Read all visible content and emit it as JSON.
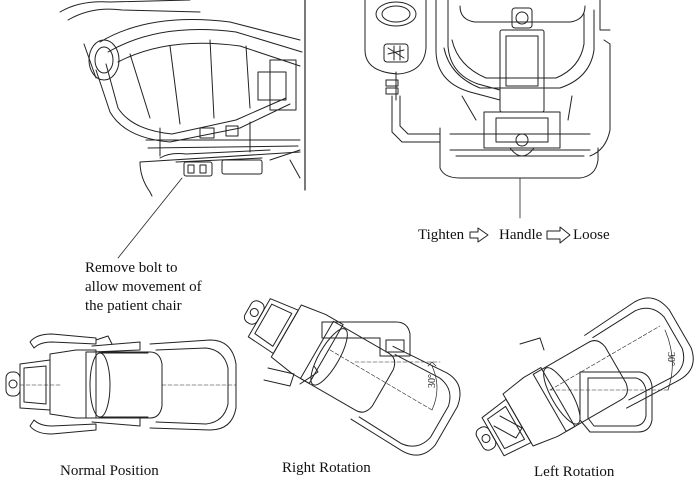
{
  "note": "Remove bolt to\nallow movement of\nthe patient chair",
  "handle": {
    "tighten_label": "Tighten",
    "handle_label": "Handle",
    "loose_label": "Loose"
  },
  "positions": [
    {
      "caption": "Normal Position"
    },
    {
      "caption": "Right Rotation",
      "angle": "30°"
    },
    {
      "caption": "Left Rotation",
      "angle": "30°"
    }
  ],
  "colors": {
    "line": "#222222",
    "background": "#ffffff"
  }
}
